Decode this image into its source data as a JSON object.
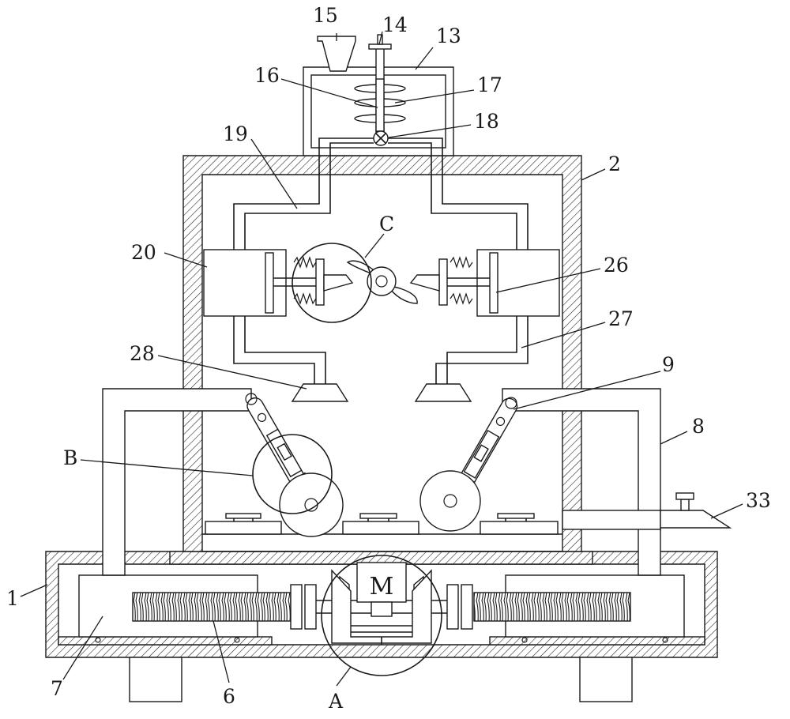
{
  "diagram": {
    "motor_label": "M",
    "labels": [
      {
        "id": "1",
        "text": "1"
      },
      {
        "id": "2",
        "text": "2"
      },
      {
        "id": "6",
        "text": "6"
      },
      {
        "id": "7",
        "text": "7"
      },
      {
        "id": "8",
        "text": "8"
      },
      {
        "id": "9",
        "text": "9"
      },
      {
        "id": "13",
        "text": "13"
      },
      {
        "id": "14",
        "text": "14"
      },
      {
        "id": "15",
        "text": "15"
      },
      {
        "id": "16",
        "text": "16"
      },
      {
        "id": "17",
        "text": "17"
      },
      {
        "id": "18",
        "text": "18"
      },
      {
        "id": "19",
        "text": "19"
      },
      {
        "id": "20",
        "text": "20"
      },
      {
        "id": "26",
        "text": "26"
      },
      {
        "id": "27",
        "text": "27"
      },
      {
        "id": "28",
        "text": "28"
      },
      {
        "id": "33",
        "text": "33"
      },
      {
        "id": "A",
        "text": "A"
      },
      {
        "id": "B",
        "text": "B"
      },
      {
        "id": "C",
        "text": "C"
      }
    ]
  }
}
